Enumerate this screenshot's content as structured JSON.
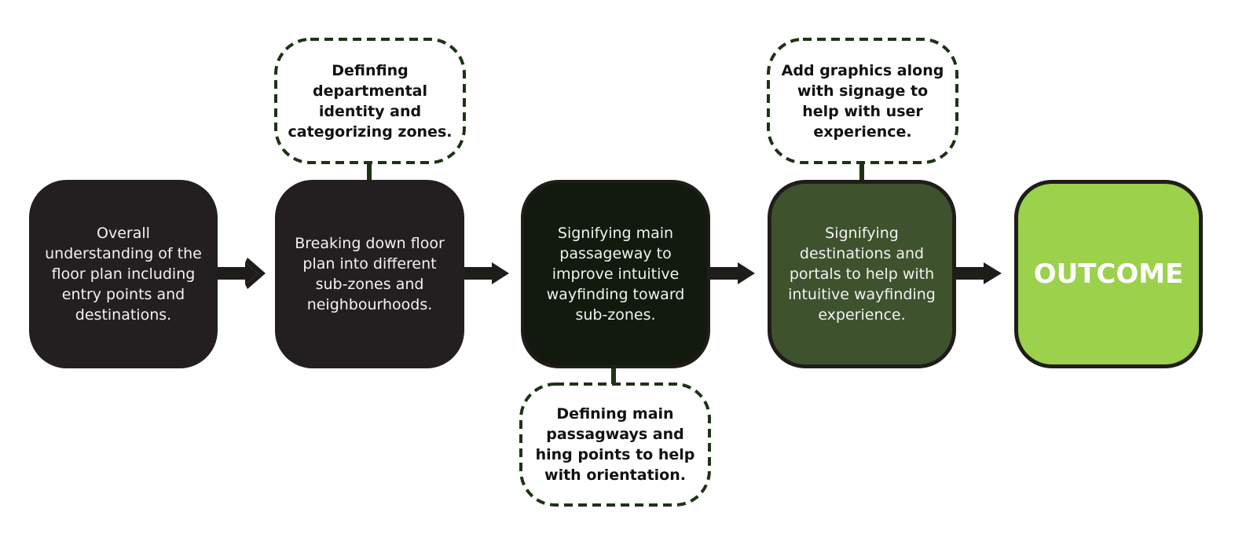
{
  "steps": [
    {
      "id": "step-1",
      "text": "Overall understanding of the floor plan including entry points and destinations."
    },
    {
      "id": "step-2",
      "text": "Breaking down floor plan into different sub-zones and neighbourhoods."
    },
    {
      "id": "step-3",
      "text": "Signifying main passageway to improve intuitive wayfinding toward sub-zones."
    },
    {
      "id": "step-4",
      "text": "Signifying destinations and portals to help with intuitive wayfinding experience."
    },
    {
      "id": "step-5",
      "text": "OUTCOME"
    }
  ],
  "notes": {
    "top_2": "Definfing departmental identity and categorizing zones.",
    "top_4": "Add graphics along with signage to help with user experience.",
    "bottom_3": "Defining main passagways and hing points to help with orientation."
  },
  "colors": {
    "dark_box": "#231f20",
    "darkest_green_box": "#111a0d",
    "mid_green_box": "#3e522d",
    "outcome_green": "#9bd14b",
    "dashed_border": "#1e3316",
    "connector_arrow": "#1f1d1a",
    "note_arrow": "#1e3316"
  }
}
